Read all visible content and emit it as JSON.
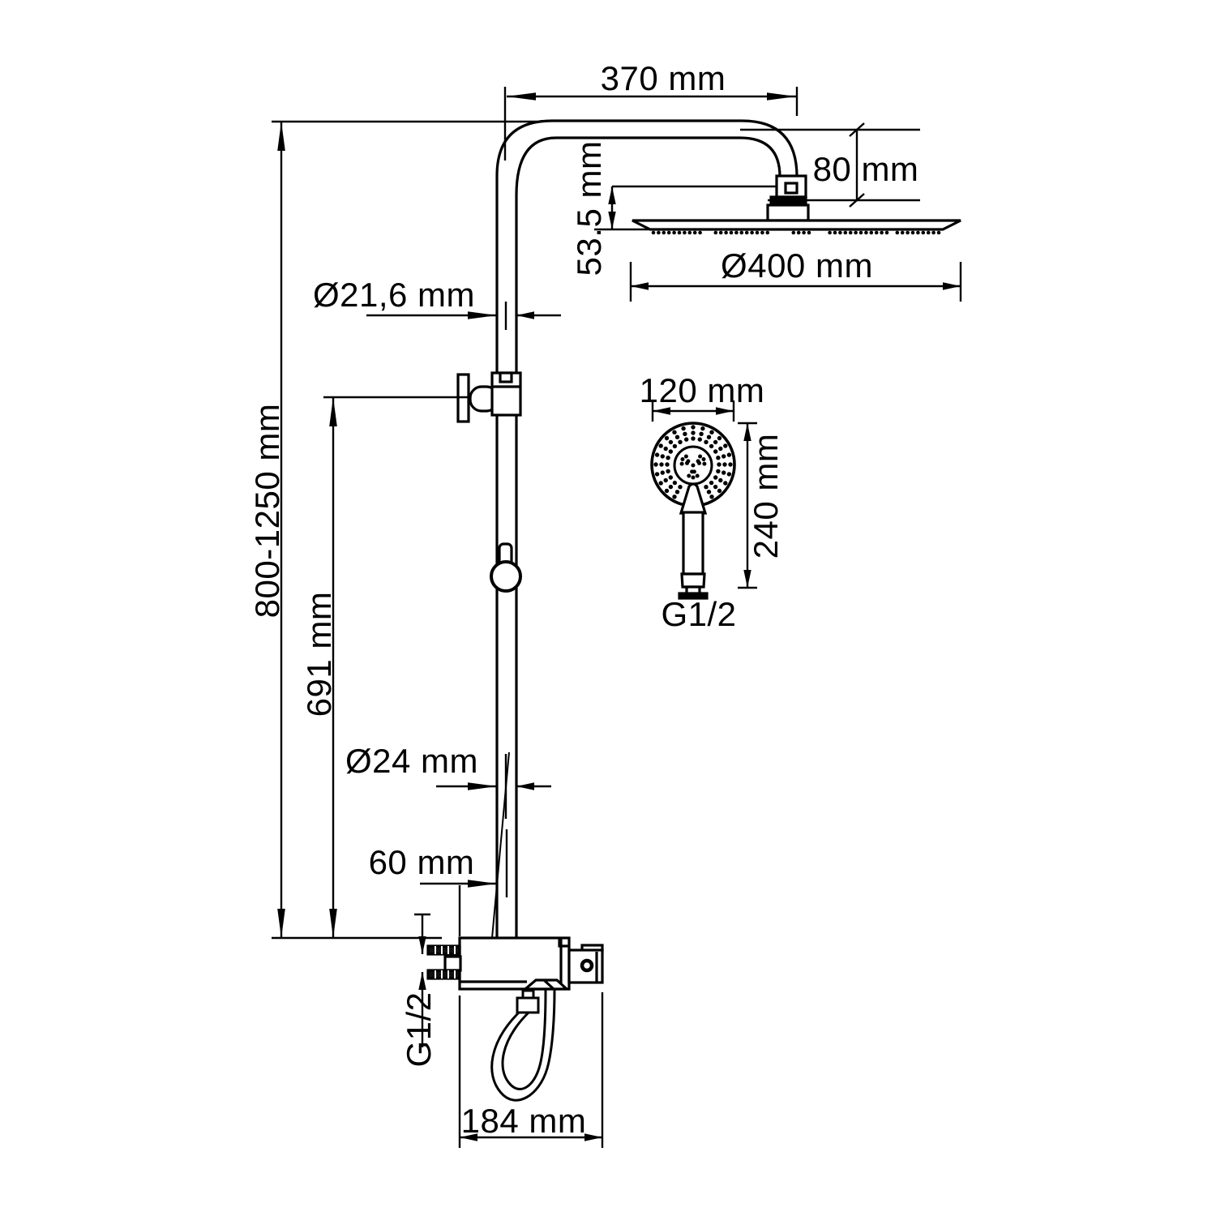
{
  "title": "Shower column technical drawing",
  "colors": {
    "line": "#000000",
    "background": "#ffffff"
  },
  "dimensions": {
    "arm_width": "370 mm",
    "head_offset": "80 mm",
    "head_mount_height": "53.5 mm",
    "head_diameter": "Ø400 mm",
    "upper_pipe_diameter": "Ø21,6 mm",
    "column_height_range": "800-1250 mm",
    "bracket_height": "691 mm",
    "handshower_diameter": "120 mm",
    "handshower_length": "240 mm",
    "handshower_thread": "G1/2",
    "lower_pipe_diameter": "Ø24 mm",
    "pipe_center_offset": "60 mm",
    "inlet_thread": "G1/2",
    "mixer_width": "184 mm"
  }
}
